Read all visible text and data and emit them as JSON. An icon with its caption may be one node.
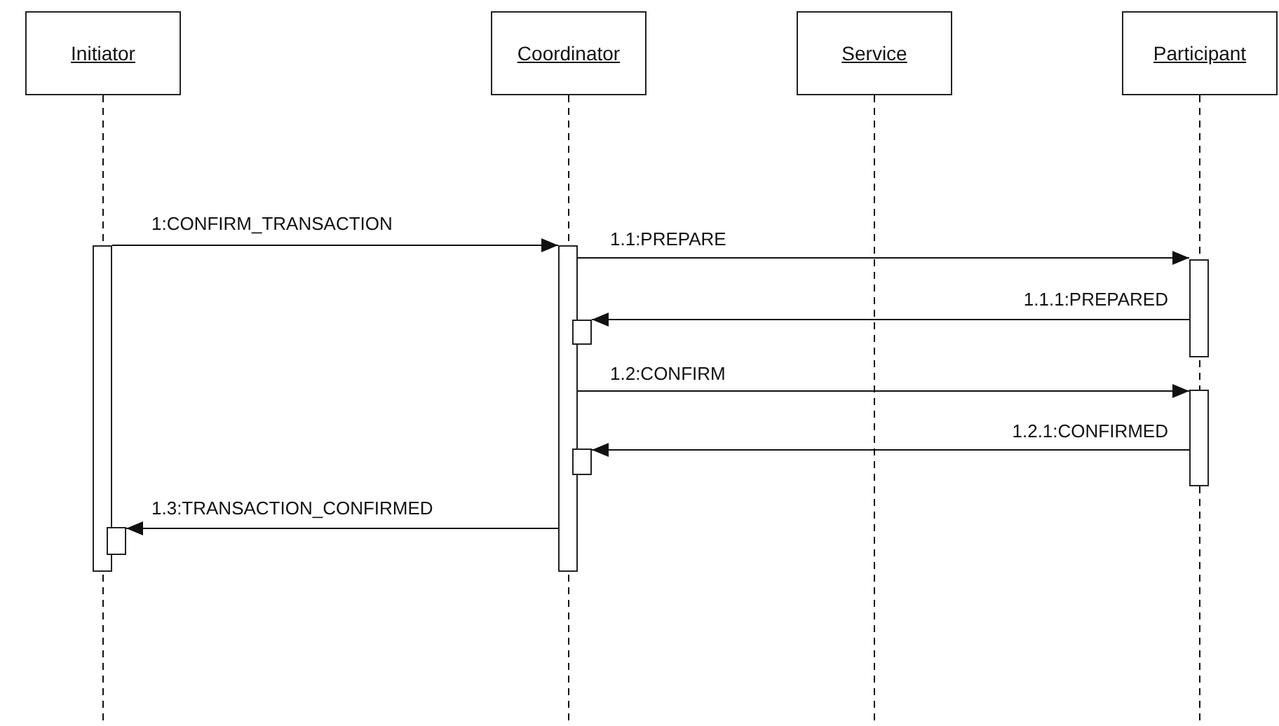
{
  "diagram": {
    "nodes": [
      {
        "text": [
          "Initiator"
        ]
      },
      {
        "text": [
          "Coordinator"
        ]
      },
      {
        "text": [
          "Service"
        ]
      },
      {
        "text": [
          "Participant"
        ]
      },
      {
        "text": [],
        "shape": "bar"
      },
      {
        "text": [],
        "shape": "bar"
      },
      {
        "text": [],
        "shape": "bar"
      },
      {
        "text": [],
        "shape": "bar"
      },
      {
        "text": [],
        "shape": "bar"
      },
      {
        "text": [],
        "shape": "bar"
      },
      {
        "text": [],
        "shape": "bar"
      }
    ],
    "edges": [
      {
        "from": 0,
        "to": null,
        "arrow": "none",
        "style": "dashed"
      },
      {
        "from": 1,
        "to": null,
        "arrow": "none",
        "style": "dashed"
      },
      {
        "from": 2,
        "to": null,
        "arrow": "none",
        "style": "dashed"
      },
      {
        "from": 3,
        "to": null,
        "arrow": "none",
        "style": "dashed"
      },
      {
        "from": 4,
        "to": 5,
        "arrow": "to",
        "label": "1:CONFIRM_TRANSACTION"
      },
      {
        "from": 5,
        "to": 6,
        "arrow": "to",
        "label": "1.1:PREPARE"
      },
      {
        "from": 6,
        "to": 7,
        "arrow": "to",
        "label": "1.1.1:PREPARED"
      },
      {
        "from": 5,
        "to": 8,
        "arrow": "to",
        "label": "1.2:CONFIRM"
      },
      {
        "from": 8,
        "to": 9,
        "arrow": "to",
        "label": "1.2.1:CONFIRMED"
      },
      {
        "from": 5,
        "to": 10,
        "arrow": "to",
        "label": "1.3:TRANSACTION_CONFIRMED"
      }
    ]
  }
}
